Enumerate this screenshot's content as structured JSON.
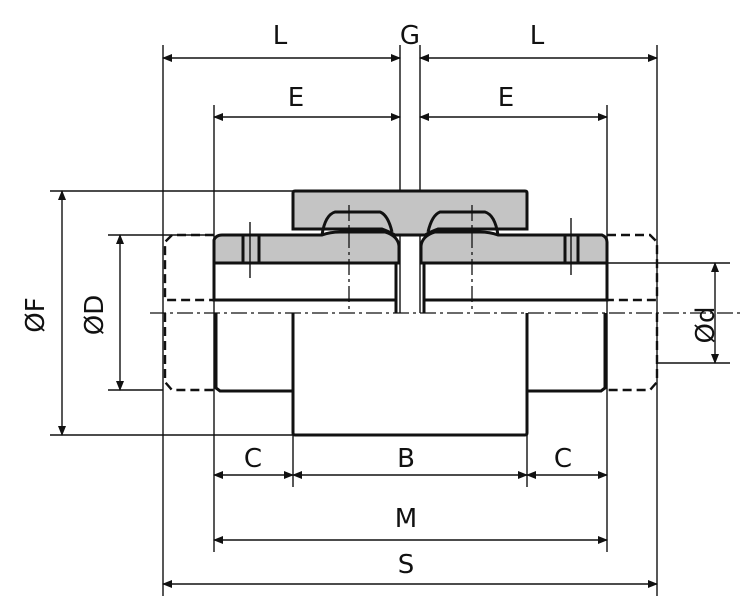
{
  "title": "Gear coupling dimension drawing",
  "dimensions": {
    "L_left": "L",
    "G": "G",
    "L_right": "L",
    "E_left": "E",
    "E_right": "E",
    "C_left": "C",
    "B": "B",
    "C_right": "C",
    "M": "M",
    "S": "S",
    "F": "ØF",
    "D": "ØD",
    "d": "Ød"
  },
  "colors": {
    "section_fill": "#c4c4c4",
    "line": "#111111"
  }
}
